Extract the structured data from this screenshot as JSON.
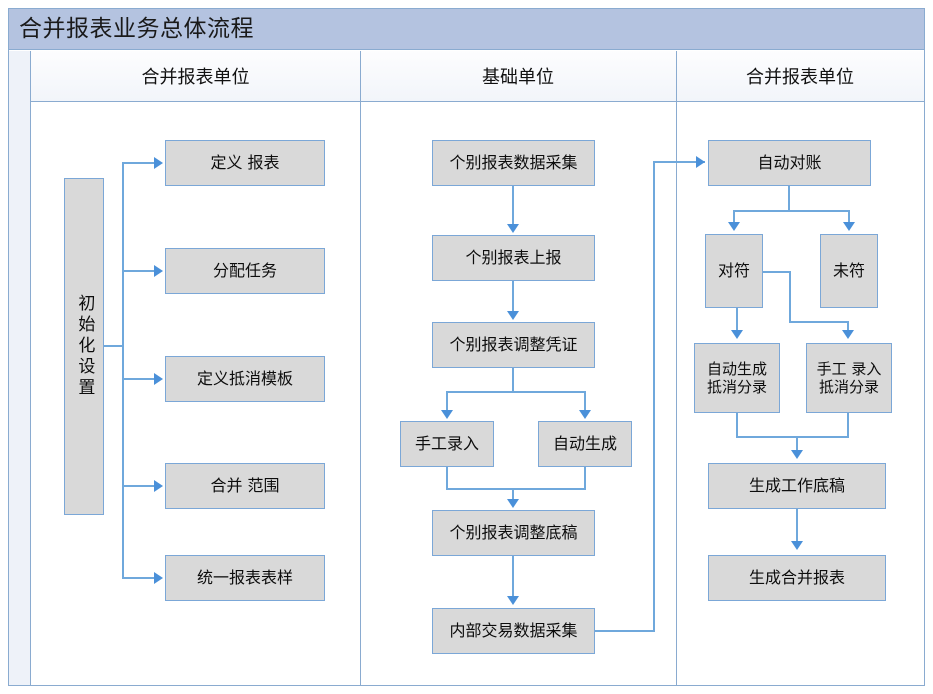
{
  "title": "合并报表业务总体流程",
  "lanes": [
    {
      "name": "lane-left",
      "label": "合并报表单位"
    },
    {
      "name": "lane-middle",
      "label": "基础单位"
    },
    {
      "name": "lane-right",
      "label": "合并报表单位"
    }
  ],
  "nodes": {
    "init": "初始化设置",
    "define_report": "定义 报表",
    "assign_task": "分配任务",
    "define_offset_template": "定义抵消模板",
    "merge_scope": "合并 范围",
    "unified_report_style": "统一报表表样",
    "individual_collect": "个别报表数据采集",
    "individual_submit": "个别报表上报",
    "individual_adjust_voucher": "个别报表调整凭证",
    "manual_entry": "手工录入",
    "auto_generate": "自动生成",
    "individual_adjust_draft": "个别报表调整底稿",
    "internal_trade_collect": "内部交易数据采集",
    "auto_reconcile": "自动对账",
    "matched": "对符",
    "unmatched": "未符",
    "auto_gen_offset_entry_l1": "自动生成",
    "auto_gen_offset_entry_l2": "抵消分录",
    "manual_offset_entry_l1": "手工 录入",
    "manual_offset_entry_l2": "抵消分录",
    "gen_worksheet": "生成工作底稿",
    "gen_merged_report": "生成合并报表"
  },
  "colors": {
    "title_bar": "#b4c3e0",
    "frame_border": "#8aabd0",
    "box_fill": "#d9d9d9",
    "box_border": "#7ba7d7",
    "connector": "#6fa8dc",
    "arrow": "#4a90d9",
    "lane_header_bg": "#f2f5fa",
    "gutter": "#eef2f9"
  }
}
